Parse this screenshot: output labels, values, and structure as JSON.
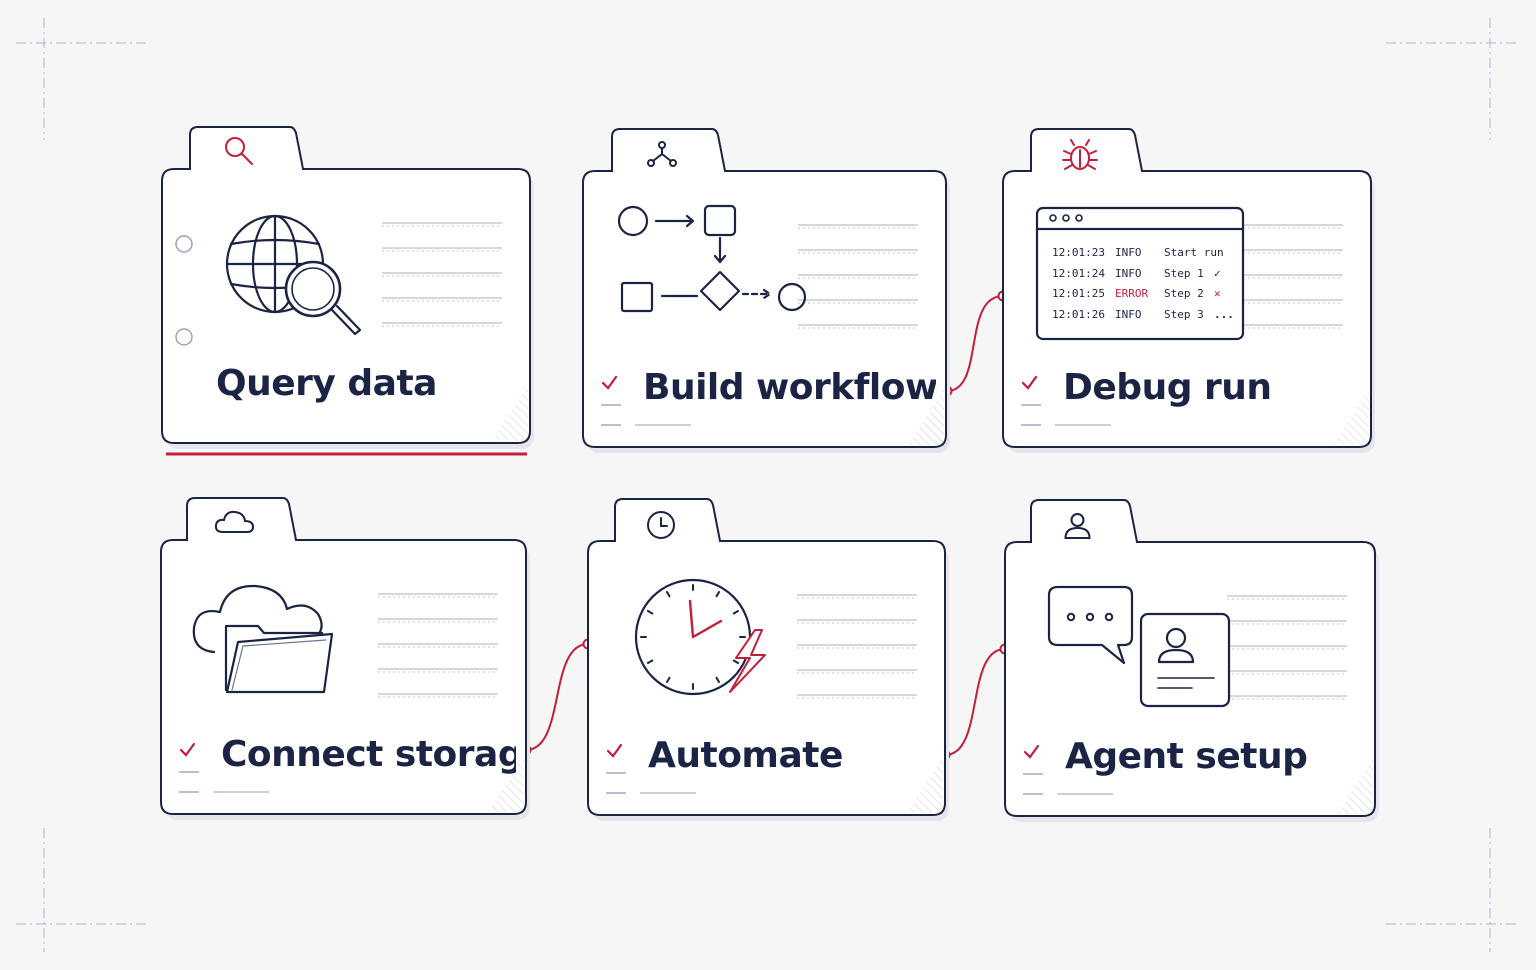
{
  "colors": {
    "navy": "#1b2444",
    "accent": "#c21f3a",
    "line_gray": "#b9bfce",
    "background": "#f7f6f7",
    "card_fill": "#ffffff"
  },
  "cards": [
    {
      "id": "query",
      "title": "Query data",
      "tab_icon": "search-icon",
      "main_icon": "globe-search-icon",
      "active": true,
      "checked": false
    },
    {
      "id": "build",
      "title": "Build workflow",
      "tab_icon": "branch-icon",
      "main_icon": "flowchart-icon",
      "active": false,
      "checked": true
    },
    {
      "id": "debug",
      "title": "Debug run",
      "tab_icon": "bug-icon",
      "main_icon": "log-window-icon",
      "active": false,
      "checked": true
    },
    {
      "id": "storage",
      "title": "Connect storage",
      "tab_icon": "cloud-icon",
      "main_icon": "cloud-folder-icon",
      "active": false,
      "checked": true
    },
    {
      "id": "automate",
      "title": "Automate",
      "tab_icon": "clock-icon",
      "main_icon": "clock-lightning-icon",
      "active": false,
      "checked": true
    },
    {
      "id": "agent",
      "title": "Agent setup",
      "tab_icon": "user-icon",
      "main_icon": "chat-profile-icon",
      "active": false,
      "checked": true
    }
  ],
  "log": [
    {
      "time": "12:01:23",
      "level": "INFO",
      "message": "Start run",
      "status": ""
    },
    {
      "time": "12:01:24",
      "level": "INFO",
      "message": "Step 1",
      "status": "✓"
    },
    {
      "time": "12:01:25",
      "level": "ERROR",
      "message": "Step 2",
      "status": "✕"
    },
    {
      "time": "12:01:26",
      "level": "INFO",
      "message": "Step 3",
      "status": "..."
    }
  ]
}
